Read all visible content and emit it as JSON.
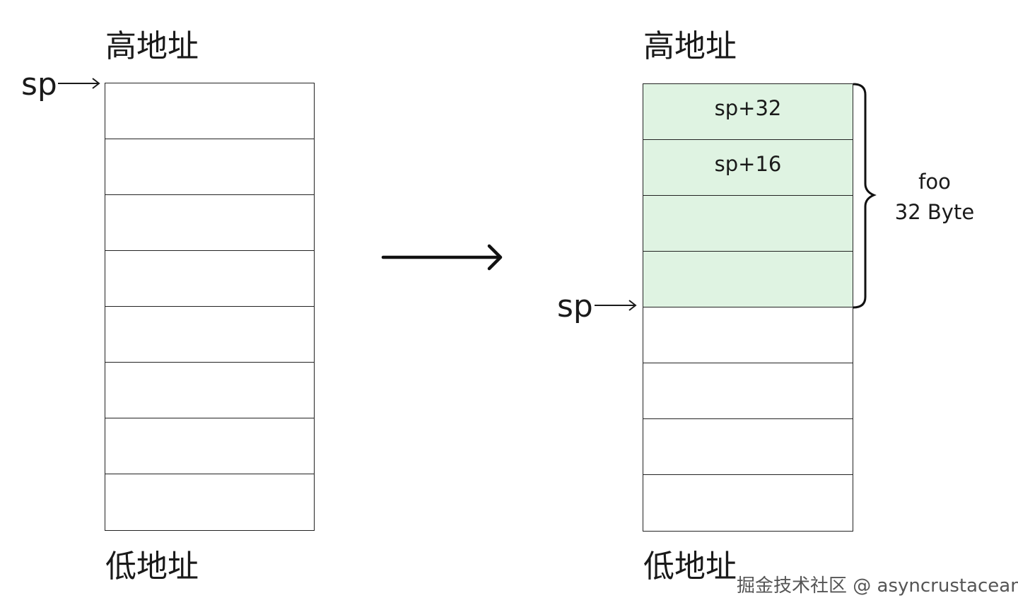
{
  "left_stack": {
    "top_label": "高地址",
    "bottom_label": "低地址",
    "sp_label": "sp",
    "cells": [
      "",
      "",
      "",
      "",
      "",
      "",
      "",
      ""
    ]
  },
  "right_stack": {
    "top_label": "高地址",
    "bottom_label": "低地址",
    "sp_label": "sp",
    "cells": [
      "sp+32",
      "sp+16",
      "",
      "",
      "",
      "",
      "",
      ""
    ],
    "highlight_color": "#dff3e2"
  },
  "brace": {
    "line1": "foo",
    "line2": "32 Byte"
  },
  "watermark": "掘金技术社区 @ asyncrustacean"
}
